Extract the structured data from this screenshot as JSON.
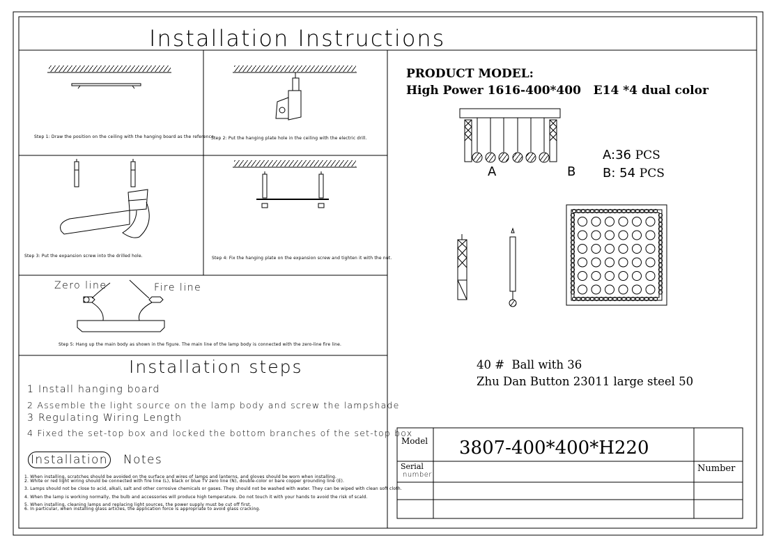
{
  "title": "Installation Instructions",
  "steps": {
    "step1": "Step 1: Draw the position on the ceiling with the hanging board as the reference.",
    "step2": "Step 2: Put the hanging plate hole in the ceiling with the electric drill.",
    "step3": "Step 3: Put the expansion screw into the drilled hole.",
    "step4": "Step 4: Fix the hanging plate on the expansion screw and tighten it with the nut.",
    "step5": "Step 5: Hang up the main body as shown in the figure. The main line of the lamp body is connected with the zero-line fire line."
  },
  "wiring": {
    "zero_line": "Zero line",
    "fire_line": "Fire line"
  },
  "installation_steps": {
    "heading": "Installation steps",
    "items": [
      "1 Install hanging board",
      "2 Assemble the light source on the lamp body and screw the lampshade",
      "3 Regulating Wiring Length",
      "4 Fixed the set-top box and locked the bottom branches of the set-top box"
    ]
  },
  "notes": {
    "heading_boxed": "Installation",
    "heading_rest": "Notes",
    "items": [
      "1. When installing, scratches should be avoided on the surface and wires of lamps and lanterns, and gloves should be worn when installing.",
      "2. White or red light wiring should be connected with fire line (L), black or blue TV zero line (N), double-color or bare copper grounding line (E).",
      "3. Lamps should not be close to acid, alkali, salt and other corrosive chemicals or gases. They should not be washed with water. They can be wiped with clean soft cloth.",
      "4. When the lamp is working normally, the bulb and accessories will produce high temperature. Do not touch it with your hands to avoid the risk of scald.",
      "5. When installing, cleaning lamps and replacing light sources, the power supply must be cut off first.",
      "6. In particular, when installing glass articles, the application force is appropriate to avoid glass cracking."
    ]
  },
  "product": {
    "label": "PRODUCT MODEL:",
    "model_line": "High Power 1616-400*400   E14 *4 dual color",
    "label_a": "A",
    "label_b": "B",
    "count_a_letter": "A",
    "count_a_value": ":36",
    "count_b_letter": "B",
    "count_b_value": ": 54",
    "pcs": "PCS",
    "ball_line": "40 #  Ball with 36",
    "button_line": "Zhu Dan Button 23011 large steel 50"
  },
  "title_block": {
    "model_label": "Model",
    "model_value": "3807-400*400*H220",
    "serial_label": "Serial",
    "number_label": "Number",
    "number_label_overlap": "number"
  }
}
